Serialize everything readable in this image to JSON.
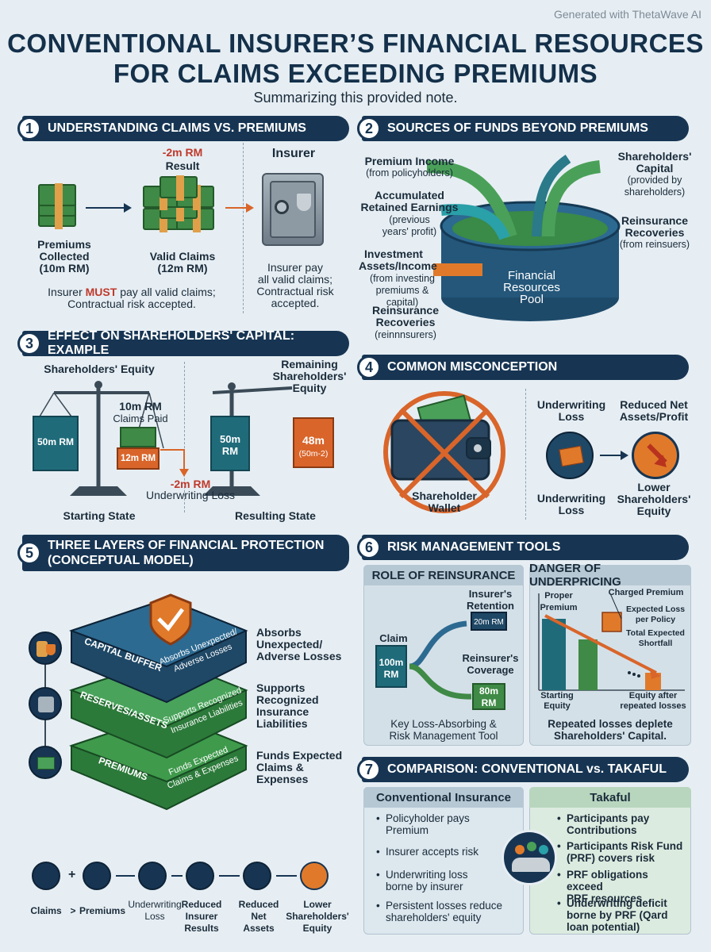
{
  "watermark": "Generated with ThetaWave AI",
  "title_line1": "CONVENTIONAL INSURER’S FINANCIAL RESOURCES",
  "title_line2": "FOR CLAIMS EXCEEDING PREMIUMS",
  "subtitle": "Summarizing this provided note.",
  "s1": {
    "num": "1",
    "title": "UNDERSTANDING CLAIMS VS. PREMIUMS",
    "result_value": "-2m RM",
    "result_label": "Result",
    "insurer_label": "Insurer",
    "premiums_label": "Premiums\nCollected\n(10m RM)",
    "claims_label": "Valid Claims\n(12m RM)",
    "note_pre": "Insurer ",
    "note_must": "MUST",
    "note_post": " pay all valid claims;\nContractual risk accepted.",
    "insurer_note": "Insurer pay\nall valid claims;\nContractual risk\naccepted."
  },
  "s2": {
    "num": "2",
    "title": "SOURCES OF FUNDS BEYOND PREMIUMS",
    "premium_income": "Premium Income",
    "premium_income_sub": "(from policyholders)",
    "retained": "Accumulated\nRetained Earnings",
    "retained_sub": "(previous\nyears' profit)",
    "investment": "Investment\nAssets/Income",
    "investment_sub": "(from investing\npremiums & capital)",
    "reins_left": "Reinsurance\nRecoveries",
    "reins_left_sub": "(reinnnsurers)",
    "shareholders": "Shareholders'\nCapital",
    "shareholders_sub": "(provided by\nshareholders)",
    "reins_right": "Reinsurance\nRecoveries",
    "reins_right_sub": "(from reinsuers)",
    "pool": "Financial\nResources\nPool"
  },
  "s3": {
    "num": "3",
    "title": "EFFECT ON SHAREHOLDERS' CAPITAL: EXAMPLE",
    "equity_label": "Shareholders' Equity",
    "left_block": "50m RM",
    "claims_paid_value": "10m RM",
    "claims_paid_label": "Claims Paid",
    "cash_value": "12m RM",
    "loss_value": "-2m RM",
    "loss_label": "Underwriting Loss",
    "starting": "Starting State",
    "remaining": "Remaining\nShareholders'\nEquity",
    "right_left_block": "50m\nRM",
    "right_right_block": "48m",
    "right_right_sub": "(50m-2)",
    "resulting": "Resulting State"
  },
  "s4": {
    "num": "4",
    "title": "COMMON MISCONCEPTION",
    "wallet": "Shareholder\nWallet",
    "uw_loss_top": "Underwriting\nLoss",
    "reduced": "Reduced Net\nAssets/Profit",
    "uw_loss_bottom": "Underwriting\nLoss",
    "lower": "Lower\nShareholders'\nEquity"
  },
  "s5": {
    "num": "5",
    "title_line1": "THREE LAYERS OF FINANCIAL PROTECTION",
    "title_line2": "(CONCEPTUAL MODEL)",
    "layer1_name": "CAPITAL BUFFER",
    "layer1_text": "Absorbs Unexpected/\nAdverse Losses",
    "layer2_name": "RESERVES/ASSETS",
    "layer2_text": "Supports Recognized\nInsurance Liabilities",
    "layer3_name": "PREMIUMS",
    "layer3_text": "Funds Expected\nClaims & Expenses",
    "side1": "Absorbs\nUnexpected/\nAdverse Losses",
    "side2": "Supports\nRecognized\nInsurance\nLiabilities",
    "side3": "Funds Expected\nClaims &\nExpenses",
    "flow_claims": "Claims",
    "flow_gt": ">",
    "flow_premiums": "Premiums",
    "flow_uw": "Underwriting\nLoss",
    "flow_reduced_results": "Reduced\nInsurer\nResults",
    "flow_reduced_assets": "Reduced\nNet\nAssets",
    "flow_lower": "Lower\nShareholders'\nEquity",
    "flow_plus": "+"
  },
  "s6": {
    "num": "6",
    "title": "RISK MANAGEMENT TOOLS",
    "reins_title": "ROLE OF REINSURANCE",
    "claim_label": "Claim",
    "claim_value": "100m\nRM",
    "retention_label": "Insurer's\nRetention",
    "retention_value": "20m RM",
    "coverage_label": "Reinsurer's\nCoverage",
    "coverage_value": "80m\nRM",
    "reins_caption": "Key Loss-Absorbing &\nRisk Management Tool",
    "under_title": "DANGER OF UNDERPRICING",
    "proper_premium": "Proper\nPremium",
    "charged_premium": "Charged Premium",
    "expected_loss": "Expected Loss\nper Policy",
    "total_shortfall": "Total Expected\nShortfall",
    "starting_equity": "Starting\nEquity",
    "equity_after": "Equity after\nrepeated losses",
    "under_caption": "Repeated losses deplete\nShareholders' Capital."
  },
  "s7": {
    "num": "7",
    "title": "COMPARISON: CONVENTIONAL vs. TAKAFUL",
    "conv_title": "Conventional Insurance",
    "conv_items": [
      "Policyholder pays\nPremium",
      "Insurer accepts risk",
      "Underwriting loss\nborne by insurer",
      "Persistent losses reduce\nshareholders' equity"
    ],
    "tak_title": "Takaful",
    "tak_items": [
      "Participants pay\nContributions",
      "Participants Risk Fund\n(PRF) covers risk",
      "PRF obligations exceed\nPRF resources",
      "Underwriting deficit\nborne by PRF (Qard\nloan potential)"
    ]
  },
  "colors": {
    "navy": "#173553",
    "green": "#3f8a46",
    "orange": "#d9652a",
    "red": "#c0392b",
    "teal": "#1f6b7a"
  }
}
